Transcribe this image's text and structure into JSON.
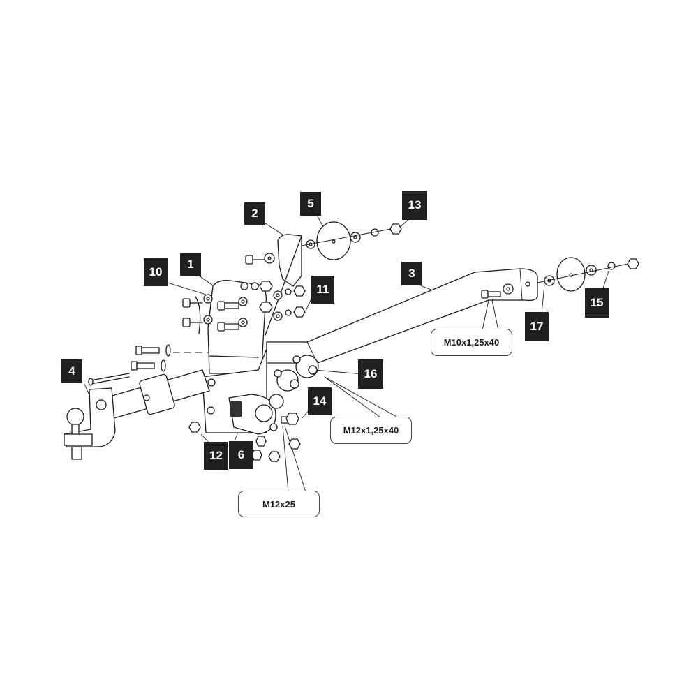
{
  "diagram": {
    "title": "Tow bar exploded assembly",
    "colors": {
      "line": "#1a1a1a",
      "tag_bg": "#231f20",
      "tag_text": "#ffffff",
      "background": "#ffffff"
    },
    "part_tags": [
      {
        "id": "tag-1",
        "label": "1"
      },
      {
        "id": "tag-2",
        "label": "2"
      },
      {
        "id": "tag-3",
        "label": "3"
      },
      {
        "id": "tag-4",
        "label": "4"
      },
      {
        "id": "tag-5",
        "label": "5"
      },
      {
        "id": "tag-6",
        "label": "6"
      },
      {
        "id": "tag-10",
        "label": "10"
      },
      {
        "id": "tag-11",
        "label": "11"
      },
      {
        "id": "tag-12",
        "label": "12"
      },
      {
        "id": "tag-13",
        "label": "13"
      },
      {
        "id": "tag-14",
        "label": "14"
      },
      {
        "id": "tag-15",
        "label": "15"
      },
      {
        "id": "tag-16",
        "label": "16"
      },
      {
        "id": "tag-17",
        "label": "17"
      }
    ],
    "bolt_callouts": [
      {
        "id": "callout-m10",
        "label": "M10x1,25x40"
      },
      {
        "id": "callout-m12-40",
        "label": "M12x1,25x40"
      },
      {
        "id": "callout-m12-25",
        "label": "M12x25"
      }
    ]
  }
}
